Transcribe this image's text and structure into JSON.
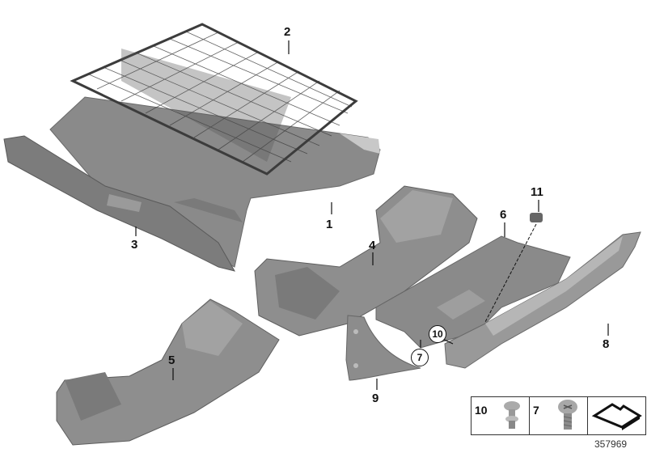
{
  "diagram": {
    "id_number": "357969",
    "colors": {
      "part_fill": "#8a8a8a",
      "part_light": "#b4b4b4",
      "part_dark": "#5e5e5e",
      "net": "#3c3c3c",
      "label": "#111111",
      "background": "#ffffff"
    },
    "callouts": [
      {
        "num": "1",
        "name": "trunk-floor-mat",
        "circled": false
      },
      {
        "num": "2",
        "name": "luggage-net",
        "circled": false
      },
      {
        "num": "3",
        "name": "loading-sill-trim",
        "circled": false
      },
      {
        "num": "4",
        "name": "storage-tray-upper",
        "circled": false
      },
      {
        "num": "5",
        "name": "storage-tray-lower",
        "circled": false
      },
      {
        "num": "6",
        "name": "cover-panel",
        "circled": false
      },
      {
        "num": "7",
        "name": "screw",
        "circled": true
      },
      {
        "num": "8",
        "name": "support-bracket",
        "circled": false
      },
      {
        "num": "9",
        "name": "corner-bracket",
        "circled": false
      },
      {
        "num": "10",
        "name": "expanding-rivet",
        "circled": true
      },
      {
        "num": "11",
        "name": "clip-fastener",
        "circled": false
      }
    ],
    "legend": [
      {
        "num": "10",
        "icon": "rivet-icon"
      },
      {
        "num": "7",
        "icon": "screw-icon"
      },
      {
        "num": "",
        "icon": "arrow-symbol-icon"
      }
    ]
  }
}
